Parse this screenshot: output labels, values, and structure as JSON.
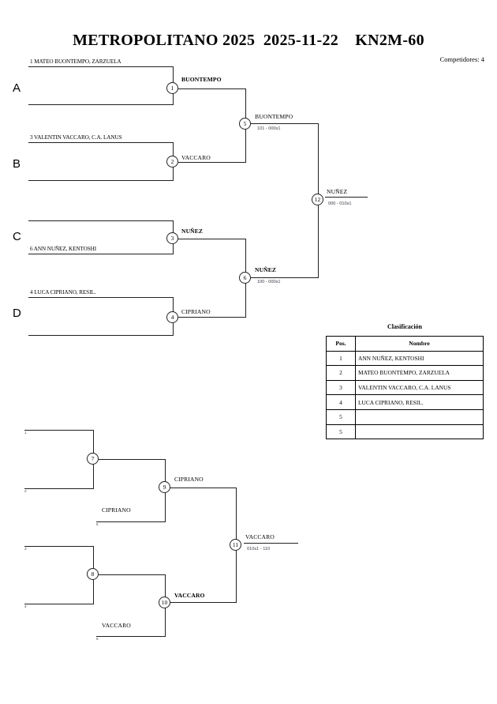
{
  "header": {
    "title": "METROPOLITANO 2025  2025-11-22    KN2M-60",
    "tournament": "METROPOLITANO 2025",
    "date": "2025-11-22",
    "category": "KN2M-60",
    "competitors_label": "Competidores: 4"
  },
  "groups": [
    {
      "letter": "A"
    },
    {
      "letter": "B"
    },
    {
      "letter": "C"
    },
    {
      "letter": "D"
    }
  ],
  "entries": [
    {
      "seed": "1",
      "label": "1 MATEO BUONTEMPO, ZARZUELA"
    },
    {
      "seed": "3",
      "label": "3 VALENTIN VACCARO, C.A. LANUS"
    },
    {
      "seed": "6",
      "label": "6 ANN NUÑEZ, KENTOSHI"
    },
    {
      "seed": "4",
      "label": "4 LUCA CIPRIANO, RESIL."
    }
  ],
  "main_bracket": {
    "matches": [
      {
        "num": "1",
        "winner": "BUONTEMPO",
        "bold": true,
        "score": ""
      },
      {
        "num": "2",
        "winner": "VACCARO",
        "bold": false,
        "score": ""
      },
      {
        "num": "3",
        "winner": "NUÑEZ",
        "bold": true,
        "score": ""
      },
      {
        "num": "4",
        "winner": "CIPRIANO",
        "bold": false,
        "score": ""
      },
      {
        "num": "5",
        "winner": "BUONTEMPO",
        "bold": false,
        "score": "101 - 000s1"
      },
      {
        "num": "6",
        "winner": "NUÑEZ",
        "bold": true,
        "score": "100 - 000s1"
      },
      {
        "num": "12",
        "winner": "NUÑEZ",
        "bold": false,
        "score": "000 - 010s1"
      }
    ]
  },
  "repechage_bracket": {
    "matches": [
      {
        "num": "7",
        "winner": "",
        "bold": false,
        "score": ""
      },
      {
        "num": "8",
        "winner": "",
        "bold": false,
        "score": ""
      },
      {
        "num": "9",
        "winner": "CIPRIANO",
        "bold": false,
        "score": ""
      },
      {
        "num": "10",
        "winner": "VACCARO",
        "bold": true,
        "score": ""
      },
      {
        "num": "11",
        "winner": "VACCARO",
        "bold": false,
        "score": "010s1 - 110"
      }
    ],
    "feeds": [
      {
        "label": "CIPRIANO",
        "tiny": "6"
      },
      {
        "label": "VACCARO",
        "tiny": "5"
      }
    ],
    "tiny_slots": [
      "1",
      "2",
      "3",
      "4"
    ]
  },
  "classification": {
    "title": "Clasificación",
    "columns": [
      "Pos.",
      "Nombre"
    ],
    "rows": [
      {
        "pos": "1",
        "nombre": "ANN NUÑEZ, KENTOSHI"
      },
      {
        "pos": "2",
        "nombre": "MATEO BUONTEMPO, ZARZUELA"
      },
      {
        "pos": "3",
        "nombre": "VALENTIN VACCARO, C.A. LANUS"
      },
      {
        "pos": "4",
        "nombre": "LUCA CIPRIANO, RESIL."
      },
      {
        "pos": "5",
        "nombre": ""
      },
      {
        "pos": "5",
        "nombre": ""
      }
    ]
  },
  "colors": {
    "line": "#231f20",
    "score": "#3a3a46",
    "text": "#000000"
  }
}
